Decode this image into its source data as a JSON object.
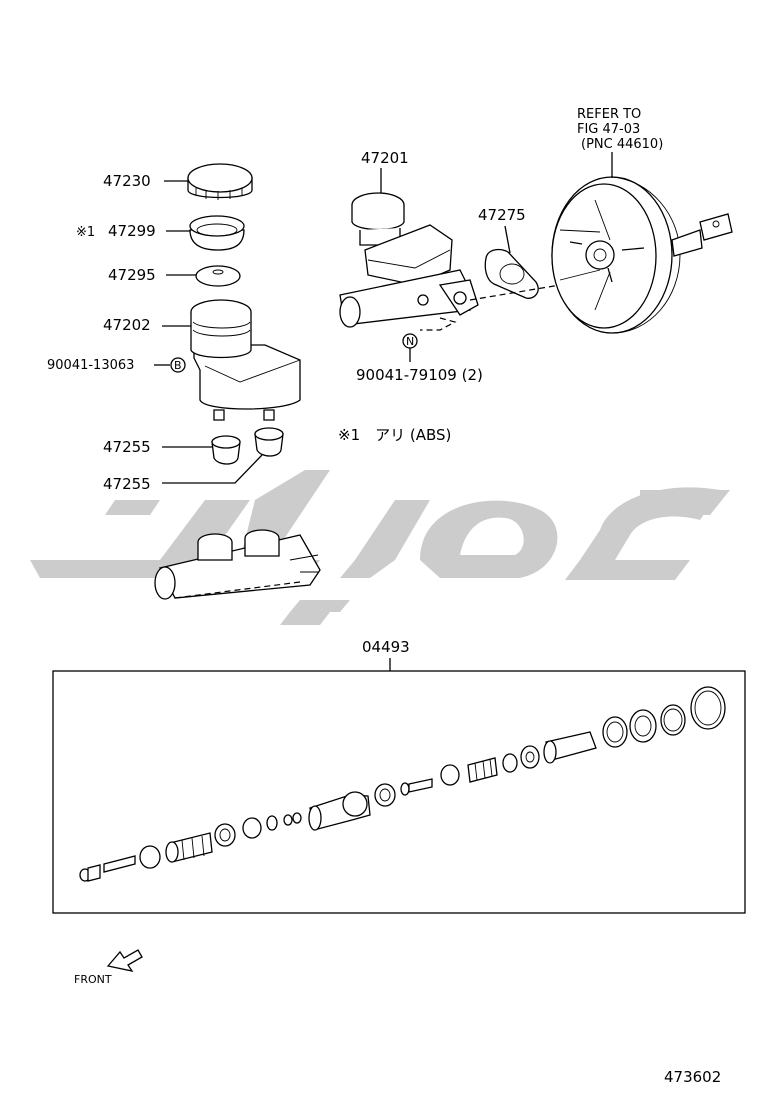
{
  "diagram": {
    "callouts": {
      "p47230": "47230",
      "p47299": "47299",
      "p47299_mark": "※1",
      "p47295": "47295",
      "p47202": "47202",
      "p90041_13063": "90041-13063",
      "mark_b": "B",
      "p47255_a": "47255",
      "p47255_b": "47255",
      "p47201": "47201",
      "p47275": "47275",
      "mark_n": "N",
      "p90041_79109": "90041-79109 (2)",
      "refer_line1": "REFER TO",
      "refer_line2": "FIG 47-03",
      "refer_line3": "(PNC 44610)",
      "note": "※1　アリ (ABS)",
      "kit": "04493",
      "front": "FRONT",
      "figure_id": "473602"
    },
    "watermark": {
      "description": "large grey Persian logotype watermark",
      "color": "#cccccc"
    },
    "colors": {
      "line": "#000000",
      "background": "#ffffff",
      "watermark": "#cccccc"
    }
  }
}
